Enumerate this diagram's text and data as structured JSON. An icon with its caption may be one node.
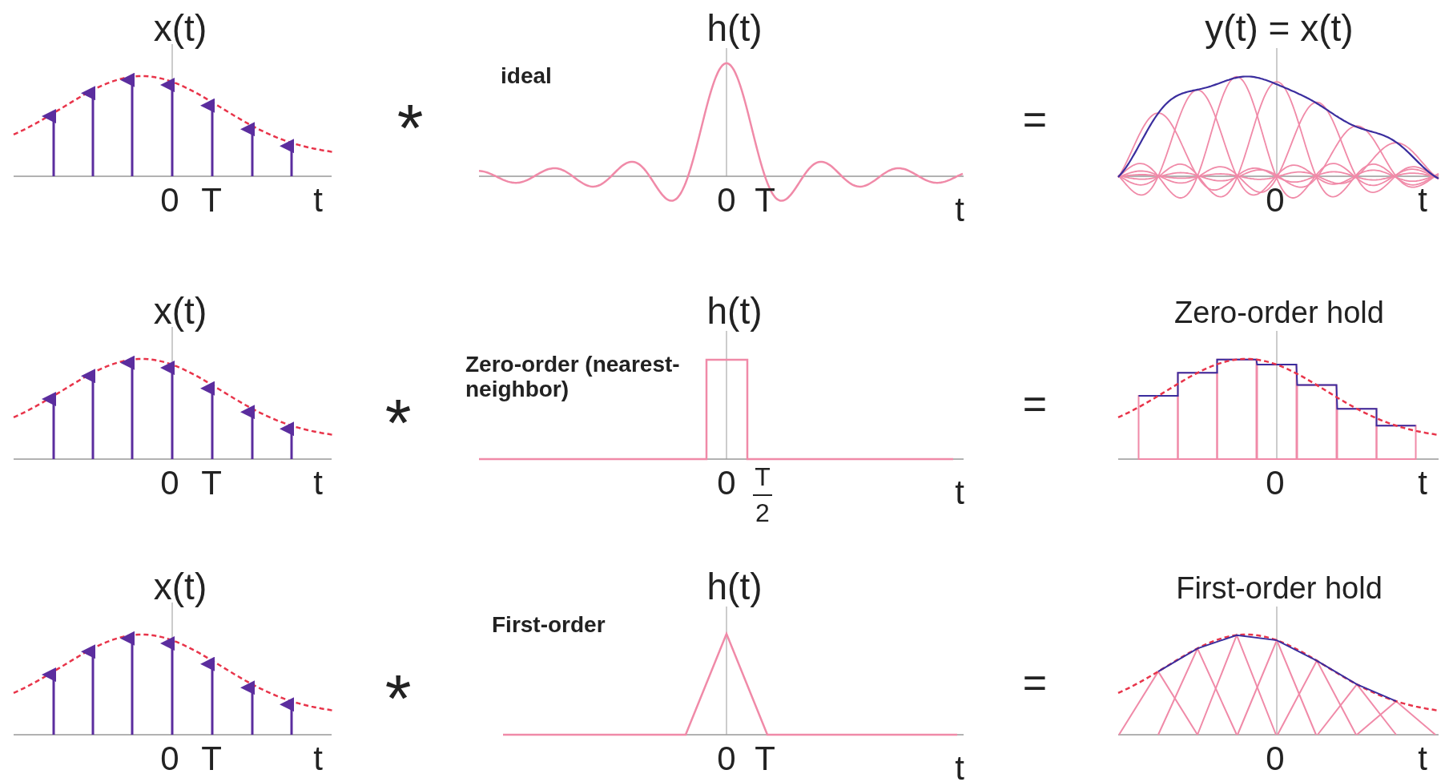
{
  "diagram": {
    "labels": [
      "x(t)",
      "0",
      "T",
      "t",
      "*",
      "h(t)",
      "ideal",
      "0",
      "T",
      "t",
      "=",
      "y(t) = x(t)",
      "0",
      "t",
      "x(t)",
      "0",
      "T",
      "t",
      "*",
      "h(t)",
      "Zero-order (nearest-neighbor)",
      "0",
      "T",
      "2",
      "t",
      "=",
      "Zero-order hold",
      "0",
      "t",
      "x(t)",
      "0",
      "T",
      "t",
      "*",
      "h(t)",
      "First-order",
      "0",
      "T",
      "t",
      "=",
      "First-order hold",
      "0",
      "t"
    ]
  }
}
